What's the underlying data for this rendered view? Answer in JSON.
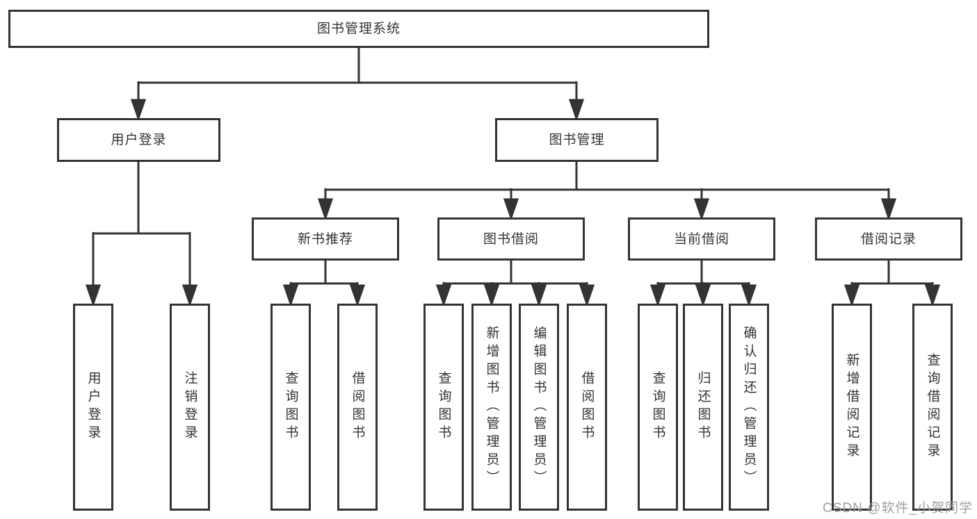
{
  "tree": {
    "root": {
      "label": "图书管理系统",
      "children": [
        {
          "label": "用户登录",
          "children": [
            {
              "label": "用户登录"
            },
            {
              "label": "注销登录"
            }
          ]
        },
        {
          "label": "图书管理",
          "children": [
            {
              "label": "新书推荐",
              "children": [
                {
                  "label": "查询图书"
                },
                {
                  "label": "借阅图书"
                }
              ]
            },
            {
              "label": "图书借阅",
              "children": [
                {
                  "label": "查询图书"
                },
                {
                  "label": "新增图书（管理员）"
                },
                {
                  "label": "编辑图书（管理员）"
                },
                {
                  "label": "借阅图书"
                }
              ]
            },
            {
              "label": "当前借阅",
              "children": [
                {
                  "label": "查询图书"
                },
                {
                  "label": "归还图书"
                },
                {
                  "label": "确认归还（管理员）"
                }
              ]
            },
            {
              "label": "借阅记录",
              "children": [
                {
                  "label": "新增借阅记录"
                },
                {
                  "label": "查询借阅记录"
                }
              ]
            }
          ]
        }
      ]
    }
  },
  "watermark": {
    "text": "CSDN @软件_小贺同学"
  },
  "colors": {
    "line": "#333333",
    "box_border": "#333333",
    "text": "#333333",
    "background": "#ffffff",
    "watermark": "#9e9ea2"
  }
}
